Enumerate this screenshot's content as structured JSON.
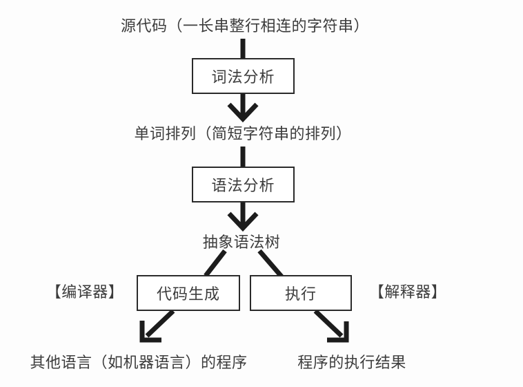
{
  "flowchart": {
    "nodes": {
      "source": "源代码（一长串整行相连的字符串）",
      "lexical_box": "词法分析",
      "tokens": "单词排列（简短字符串的排列）",
      "syntax_box": "语法分析",
      "ast": "抽象语法树",
      "compiler_tag": "【编译器】",
      "codegen_box": "代码生成",
      "execute_box": "执行",
      "interpreter_tag": "【解释器】",
      "output_compiler": "其他语言（如机器语言）的程序",
      "output_interpreter": "程序的执行结果"
    },
    "colors": {
      "bg": "#fdfdfd",
      "box_bg": "#ffffff",
      "text": "#3c3c3c",
      "box_border": "#2a2a2a",
      "arrow": "#1c1c1c"
    }
  }
}
